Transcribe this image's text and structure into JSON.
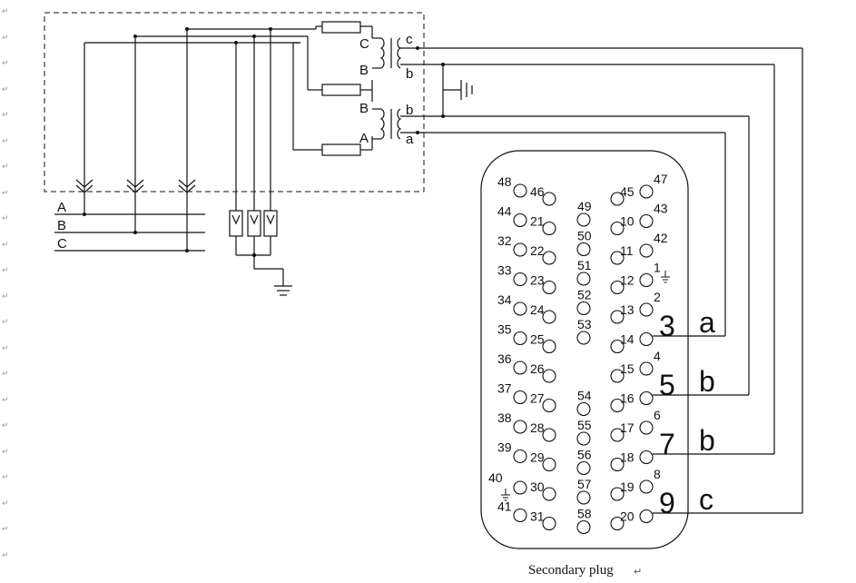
{
  "caption": "Secondary plug",
  "return_mark": "↵",
  "bus_labels": [
    "A",
    "B",
    "C"
  ],
  "transformer": {
    "primary_labels": [
      "C",
      "B",
      "B",
      "A"
    ],
    "secondary_labels": [
      "c",
      "b",
      "b",
      "a"
    ]
  },
  "plug": {
    "left_outer": [
      "48",
      "44",
      "32",
      "33",
      "34",
      "35",
      "36",
      "37",
      "38",
      "39",
      "40",
      "41"
    ],
    "left_inner": [
      "46",
      "21",
      "22",
      "23",
      "24",
      "25",
      "26",
      "27",
      "28",
      "29",
      "30",
      "31"
    ],
    "middle_top": [
      "49",
      "50",
      "51",
      "52",
      "53"
    ],
    "middle_bottom": [
      "54",
      "55",
      "56",
      "57",
      "58"
    ],
    "right_inner": [
      "45",
      "10",
      "11",
      "12",
      "13",
      "14",
      "15",
      "16",
      "17",
      "18",
      "19",
      "20"
    ],
    "right_outer": [
      "47",
      "43",
      "42",
      "1",
      "2",
      "3",
      "4",
      "5",
      "6",
      "7",
      "8",
      "9"
    ]
  },
  "connections": [
    {
      "pin": "3",
      "phase": "a"
    },
    {
      "pin": "5",
      "phase": "b"
    },
    {
      "pin": "7",
      "phase": "b"
    },
    {
      "pin": "9",
      "phase": "c"
    }
  ],
  "icons": [
    "ground-icon",
    "fuse-icon",
    "transformer-coil-icon",
    "connector-pin-icon"
  ]
}
